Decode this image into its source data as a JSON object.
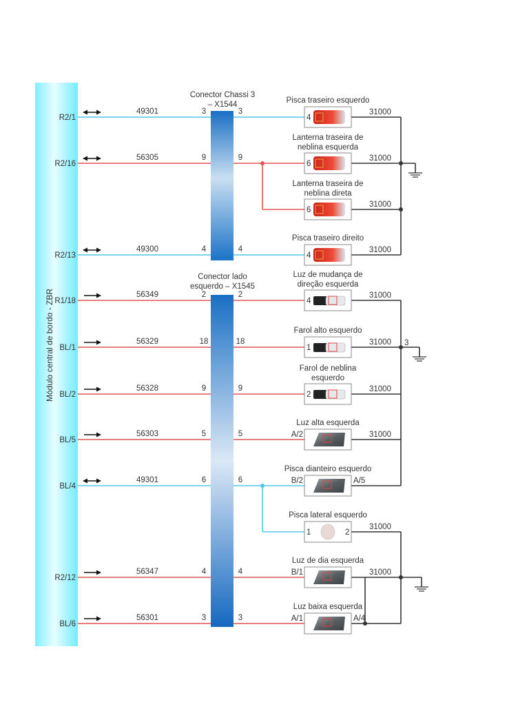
{
  "module": {
    "label": "Módulo central de bordo - ZBR",
    "color": "#7fefff"
  },
  "colors": {
    "wire_red": "#e05555",
    "wire_blue": "#4fc6e8",
    "wire_ground": "#333333",
    "connector_dark": "#1a6fc4",
    "connector_light": "#c9def0"
  },
  "connectors": [
    {
      "id": "x1544",
      "title_line1": "Conector Chassi 3",
      "title_line2": "– X1544"
    },
    {
      "id": "x1545",
      "title_line1": "Conector lado",
      "title_line2": "esquerdo – X1545"
    }
  ],
  "wires": [
    {
      "module_pin": "R2/1",
      "direction": "bidirectional-arrow",
      "wire_id": "49301",
      "conn_pin_in": "3",
      "conn_pin_out": "3",
      "color": "blue",
      "connector": "x1544"
    },
    {
      "module_pin": "R2/16",
      "direction": "bidirectional-arrow",
      "wire_id": "56305",
      "conn_pin_in": "9",
      "conn_pin_out": "9",
      "color": "red",
      "connector": "x1544"
    },
    {
      "module_pin": "R2/13",
      "direction": "bidirectional-arrow",
      "wire_id": "49300",
      "conn_pin_in": "4",
      "conn_pin_out": "4",
      "color": "blue",
      "connector": "x1544"
    },
    {
      "module_pin": "R1/18",
      "direction": "output-arrow",
      "wire_id": "56349",
      "conn_pin_in": "2",
      "conn_pin_out": "2",
      "color": "red",
      "connector": "x1545"
    },
    {
      "module_pin": "BL/1",
      "direction": "output-arrow",
      "wire_id": "56329",
      "conn_pin_in": "18",
      "conn_pin_out": "18",
      "color": "red",
      "connector": "x1545"
    },
    {
      "module_pin": "BL/2",
      "direction": "output-arrow",
      "wire_id": "56328",
      "conn_pin_in": "9",
      "conn_pin_out": "9",
      "color": "red",
      "connector": "x1545"
    },
    {
      "module_pin": "BL/5",
      "direction": "output-arrow",
      "wire_id": "56303",
      "conn_pin_in": "5",
      "conn_pin_out": "5",
      "color": "red",
      "connector": "x1545"
    },
    {
      "module_pin": "BL/4",
      "direction": "bidirectional-arrow",
      "wire_id": "49301",
      "conn_pin_in": "6",
      "conn_pin_out": "6",
      "color": "blue",
      "connector": "x1545"
    },
    {
      "module_pin": "R2/12",
      "direction": "output-arrow",
      "wire_id": "56347",
      "conn_pin_in": "4",
      "conn_pin_out": "4",
      "color": "red",
      "connector": "x1545"
    },
    {
      "module_pin": "BL/6",
      "direction": "output-arrow",
      "wire_id": "56301",
      "conn_pin_in": "3",
      "conn_pin_out": "3",
      "color": "red",
      "connector": "x1545"
    }
  ],
  "components": [
    {
      "name_line1": "Pisca traseiro esquerdo",
      "name_line2": "",
      "pin_in": "4",
      "pin_out": "",
      "ground_wire": "31000",
      "image": "tail-lamp"
    },
    {
      "name_line1": "Lanterna traseira de",
      "name_line2": "neblina esquerda",
      "pin_in": "6",
      "pin_out": "",
      "ground_wire": "31000",
      "image": "tail-lamp"
    },
    {
      "name_line1": "Lanterna traseira de",
      "name_line2": "neblina direta",
      "pin_in": "6",
      "pin_out": "",
      "ground_wire": "31000",
      "image": "tail-lamp"
    },
    {
      "name_line1": "Pisca traseiro direito",
      "name_line2": "",
      "pin_in": "4",
      "pin_out": "",
      "ground_wire": "31000",
      "image": "tail-lamp"
    },
    {
      "name_line1": "Luz de mudança de",
      "name_line2": "direção esquerda",
      "pin_in": "4",
      "pin_out": "",
      "ground_wire": "31000",
      "image": "bumper-lamp"
    },
    {
      "name_line1": "Farol alto esquerdo",
      "name_line2": "",
      "pin_in": "1",
      "pin_out": "",
      "ground_wire": "31000",
      "image": "bumper-lamp"
    },
    {
      "name_line1": "Farol de neblina",
      "name_line2": "esquerdo",
      "pin_in": "2",
      "pin_out": "",
      "ground_wire": "31000",
      "image": "bumper-lamp"
    },
    {
      "name_line1": "Luz alta esquerda",
      "name_line2": "",
      "pin_in": "A/2",
      "pin_out": "",
      "ground_wire": "31000",
      "image": "headlamp"
    },
    {
      "name_line1": "Pisca dianteiro esquerdo",
      "name_line2": "",
      "pin_in": "B/2",
      "pin_out": "A/5",
      "ground_wire": "",
      "image": "headlamp"
    },
    {
      "name_line1": "Pisca lateral esquerdo",
      "name_line2": "",
      "pin_in": "1",
      "pin_out": "2",
      "ground_wire": "31000",
      "image": "side-marker"
    },
    {
      "name_line1": "Luz de dia esquerda",
      "name_line2": "",
      "pin_in": "B/1",
      "pin_out": "",
      "ground_wire": "31000",
      "image": "headlamp"
    },
    {
      "name_line1": "Luz baixa esquerda",
      "name_line2": "",
      "pin_in": "A/1",
      "pin_out": "A/4",
      "ground_wire": "",
      "image": "headlamp"
    }
  ],
  "grounds": [
    {
      "label": ""
    },
    {
      "label": "3"
    },
    {
      "label": ""
    }
  ]
}
